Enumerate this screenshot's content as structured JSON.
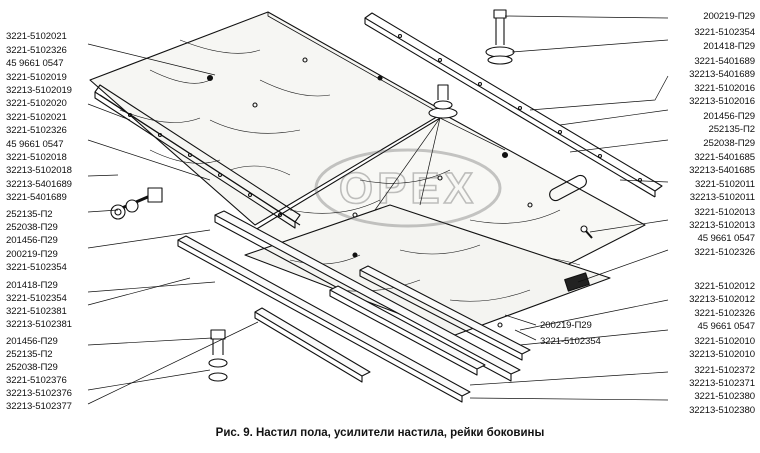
{
  "caption": "Рис. 9. Настил пола, усилители настила, рейки боковины",
  "watermark": "ОРЕХ",
  "left_labels": [
    "3221-5102021",
    "3221-5102326",
    "45 9661 0547",
    "3221-5102019",
    "32213-5102019",
    "3221-5102020",
    "3221-5102021",
    "3221-5102326",
    "45 9661 0547",
    "3221-5102018",
    "32213-5102018",
    "32213-5401689",
    "3221-5401689",
    "252135-П2",
    "252038-П29",
    "201456-П29",
    "200219-П29",
    "3221-5102354",
    "201418-П29",
    "3221-5102354",
    "3221-5102381",
    "32213-5102381",
    "201456-П29",
    "252135-П2",
    "252038-П29",
    "3221-5102376",
    "32213-5102376",
    "32213-5102377"
  ],
  "right_labels": [
    "200219-П29",
    "3221-5102354",
    "201418-П29",
    "3221-5401689",
    "32213-5401689",
    "3221-5102016",
    "32213-5102016",
    "201456-П29",
    "252135-П2",
    "252038-П29",
    "3221-5401685",
    "32213-5401685",
    "3221-5102011",
    "32213-5102011",
    "3221-5102013",
    "32213-5102013",
    "45 9661 0547",
    "3221-5102326",
    "3221-5102012",
    "32213-5102012",
    "3221-5102326",
    "45 9661 0547",
    "3221-5102010",
    "32213-5102010",
    "3221-5102372",
    "32213-5102371",
    "3221-5102380",
    "32213-5102380"
  ],
  "center_labels": [
    "200219-П29",
    "3221-5102354"
  ]
}
